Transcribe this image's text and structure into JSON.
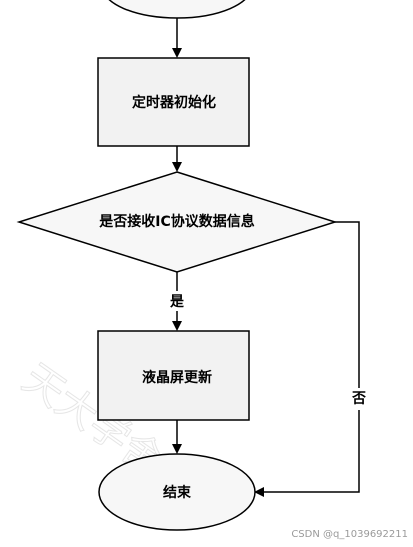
{
  "colors": {
    "process_fill": "#f2f2f2",
    "shape_fill": "#f7f7f7",
    "stroke": "#000000",
    "watermark": "#9a9a9a"
  },
  "nodes": {
    "timer_init": "定时器初始化",
    "decision": "是否接收IC协议数据信息",
    "lcd_update": "液晶屏更新",
    "end": "结束"
  },
  "edges": {
    "yes": "是",
    "no": "否"
  },
  "watermark": {
    "csdn": "CSDN @q_1039692211",
    "faint": "天大学舍"
  }
}
